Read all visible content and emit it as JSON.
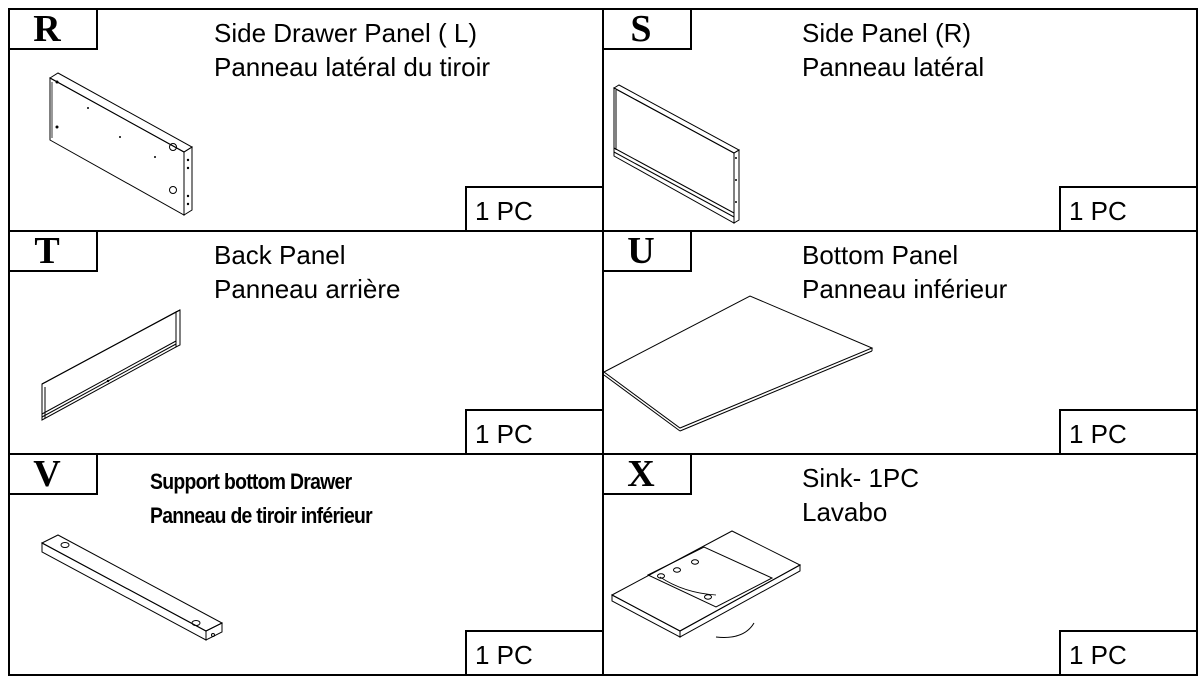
{
  "parts": [
    {
      "letter": "R",
      "name_en": "Side Drawer Panel ( L)",
      "name_fr": "Panneau latéral du tiroir",
      "qty": "1 PC",
      "icon": "side-drawer-panel-drawing"
    },
    {
      "letter": "S",
      "name_en": "Side Panel (R)",
      "name_fr": "Panneau latéral",
      "qty": "1 PC",
      "icon": "side-panel-drawing"
    },
    {
      "letter": "T",
      "name_en": "Back Panel",
      "name_fr": "Panneau arrière",
      "qty": "1 PC",
      "icon": "back-panel-drawing"
    },
    {
      "letter": "U",
      "name_en": "Bottom Panel",
      "name_fr": "Panneau inférieur",
      "qty": "1 PC",
      "icon": "bottom-panel-drawing"
    },
    {
      "letter": "V",
      "name_en": "Support bottom Drawer",
      "name_fr": "Panneau de tiroir inférieur",
      "qty": "1 PC",
      "icon": "support-bar-drawing"
    },
    {
      "letter": "X",
      "name_en": "Sink- 1PC",
      "name_fr": "Lavabo",
      "qty": "1 PC",
      "icon": "sink-drawing"
    }
  ]
}
